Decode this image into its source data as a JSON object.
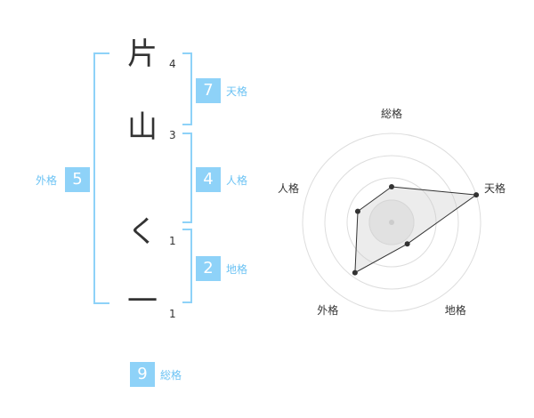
{
  "name": {
    "chars": [
      {
        "char": "片",
        "strokes": "4"
      },
      {
        "char": "山",
        "strokes": "3"
      },
      {
        "char": "く",
        "strokes": "1"
      },
      {
        "char": "一",
        "strokes": "1"
      }
    ]
  },
  "kaku": {
    "tenkaku": {
      "value": "7",
      "label": "天格"
    },
    "jinkaku": {
      "value": "4",
      "label": "人格"
    },
    "chikaku": {
      "value": "2",
      "label": "地格"
    },
    "gaikaku": {
      "value": "5",
      "label": "外格"
    },
    "soukaku": {
      "value": "9",
      "label": "総格"
    }
  },
  "chart_data": {
    "type": "radar",
    "axes": [
      "総格",
      "天格",
      "地格",
      "外格",
      "人格"
    ],
    "values": [
      0.4,
      1.0,
      0.3,
      0.7,
      0.4
    ],
    "rings": 4,
    "grid": true
  },
  "colors": {
    "accent": "#8ed2f8",
    "label": "#6cc3f4",
    "bracket": "#8ed2f8",
    "text": "#333333"
  }
}
